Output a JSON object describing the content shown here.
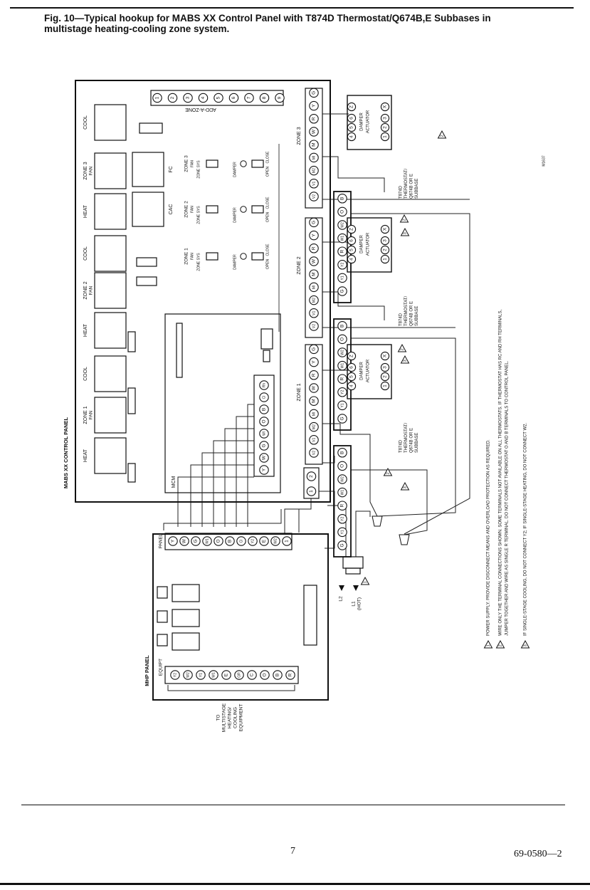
{
  "caption": {
    "line1": "Fig. 10—Typical hookup for MABS XX Control Panel with T874D Thermostat/Q674B,E Subbases in",
    "line2": "multistage heating-cooling zone system."
  },
  "control_panel": {
    "title": "MABS XX CONTROL PANEL",
    "add_a_zone": "ADD-A-ZONE",
    "add_a_zone_terminals": [
      "1",
      "2",
      "3",
      "4",
      "5",
      "6",
      "7",
      "8",
      "9"
    ],
    "indicators": [
      {
        "l1": "HEAT",
        "l2": ""
      },
      {
        "l1": "ZONE 1",
        "l2": "FAN"
      },
      {
        "l1": "COOL",
        "l2": ""
      },
      {
        "l1": "HEAT",
        "l2": ""
      },
      {
        "l1": "ZONE 2",
        "l2": "FAN"
      },
      {
        "l1": "COOL",
        "l2": ""
      },
      {
        "l1": "HEAT",
        "l2": ""
      },
      {
        "l1": "ZONE 3",
        "l2": "FAN"
      },
      {
        "l1": "COOL",
        "l2": ""
      }
    ],
    "mode_labels": [
      "CAC",
      "FC"
    ],
    "zone_switch_blocks": [
      {
        "zone": "ZONE 1",
        "fan": "FAN",
        "sys": "ZONE  SYS",
        "damper": "DAMPER",
        "open": "OPEN",
        "close": "CLOSE"
      },
      {
        "zone": "ZONE 2",
        "fan": "FAN",
        "sys": "ZONE  SYS",
        "damper": "DAMPER",
        "open": "OPEN",
        "close": "CLOSE"
      },
      {
        "zone": "ZONE 3",
        "fan": "FAN",
        "sys": "ZONE  SYS",
        "damper": "DAMPER",
        "open": "OPEN",
        "close": "CLOSE"
      }
    ],
    "mcm": {
      "label": "MCM",
      "terminals": [
        "Y",
        "W",
        "G",
        "Wl",
        "O",
        "B",
        "Cl",
        "Rh"
      ]
    },
    "power_terminals": [
      "1",
      "2"
    ],
    "zones": [
      {
        "label": "ZONE 1",
        "terminals": [
          "G",
          "Y",
          "R",
          "W",
          "M",
          "MI",
          "M2",
          "V1",
          "V2"
        ]
      },
      {
        "label": "ZONE 2",
        "terminals": [
          "G",
          "Y",
          "R",
          "W",
          "M",
          "MI",
          "M2",
          "V1",
          "V2"
        ]
      },
      {
        "label": "ZONE 3",
        "terminals": [
          "G",
          "Y",
          "R",
          "W",
          "M",
          "MI",
          "M2",
          "V1",
          "V2"
        ]
      }
    ]
  },
  "thermostats": [
    {
      "terminals": [
        "G",
        "Y1",
        "Y2",
        "R",
        "W1",
        "W2",
        "O",
        "B"
      ],
      "label": [
        "T874D",
        "THERMOSTAT/",
        "Q674B OR E",
        "SUBBASE"
      ],
      "note": "3"
    },
    {
      "terminals": [
        "G",
        "Y1",
        "Y2",
        "R",
        "W1",
        "W2",
        "O",
        "B"
      ],
      "label": [
        "T874D",
        "THERMOSTAT/",
        "Q674B OR E",
        "SUBBASE"
      ],
      "note": "3"
    },
    {
      "terminals": [
        "G",
        "Y1",
        "Y2",
        "R",
        "W1",
        "W2",
        "O",
        "B"
      ],
      "label": [
        "T874D",
        "THERMOSTAT/",
        "Q674B OR E",
        "SUBBASE"
      ],
      "note": "3"
    }
  ],
  "dampers": [
    {
      "terminals": [
        "4",
        "5",
        "6",
        "1",
        "2",
        "3",
        "X",
        "Z"
      ],
      "label": [
        "DAMPER",
        "ACTUATOR"
      ]
    },
    {
      "terminals": [
        "4",
        "5",
        "6",
        "1",
        "2",
        "3",
        "X",
        "Z"
      ],
      "label": [
        "DAMPER",
        "ACTUATOR"
      ]
    },
    {
      "terminals": [
        "4",
        "5",
        "6",
        "1",
        "2",
        "3",
        "X",
        "Z"
      ],
      "label": [
        "DAMPER",
        "ACTUATOR"
      ]
    }
  ],
  "note_markers": {
    "n2": "2",
    "n1": "1"
  },
  "mhp_panel": {
    "title": "MHP PANEL",
    "panel_label": "PANEL",
    "panel_terminals": [
      "Y",
      "W",
      "G",
      "W1",
      "O",
      "B",
      "Cl",
      "Y2",
      "E",
      "W2",
      "1"
    ],
    "equipt_label": "EQUIPT",
    "equipt_terminals": [
      "Y2",
      "W2",
      "Y1",
      "W1",
      "E",
      "GR",
      "C",
      "O",
      "B",
      "R"
    ],
    "equipment_label": [
      "TO",
      "MULTISTAGE",
      "HEATING/",
      "COOLING",
      "EQUIPMENT"
    ]
  },
  "power": {
    "l1": "L1",
    "hot": "(HOT)",
    "l2": "L2",
    "marker": "1"
  },
  "notes": [
    {
      "num": "1",
      "text": "POWER SUPPLY.  PROVIDE DISCONNECT MEANS AND OVERLOAD PROTECTION AS REQUIRED."
    },
    {
      "num": "2",
      "text": "WIRE ONLY THE TERMINAL CONNECTIONS SHOWN.  SOME TERMINALS NOT AVAILABLE ON ALL THERMOSTATS.  IF THERMOSTAT HAS RC AND RH TERMINALS,",
      "text2": "JUMPER TOGETHER AND WIRE AS SINGLE R TERMINAL.  DO NOT CONNECT THERMOSTAT O AND B TERMINALS TO CONTROL PANEL."
    },
    {
      "num": "3",
      "text": "IF SINGLE-STAGE COOLING, DO NOT CONNECT Y2; IF SINGLE-STAGE HEATING, DO NOT CONNECT W2."
    }
  ],
  "figure_code": "M1637",
  "page_number": "7",
  "doc_number": "69-0580—2"
}
